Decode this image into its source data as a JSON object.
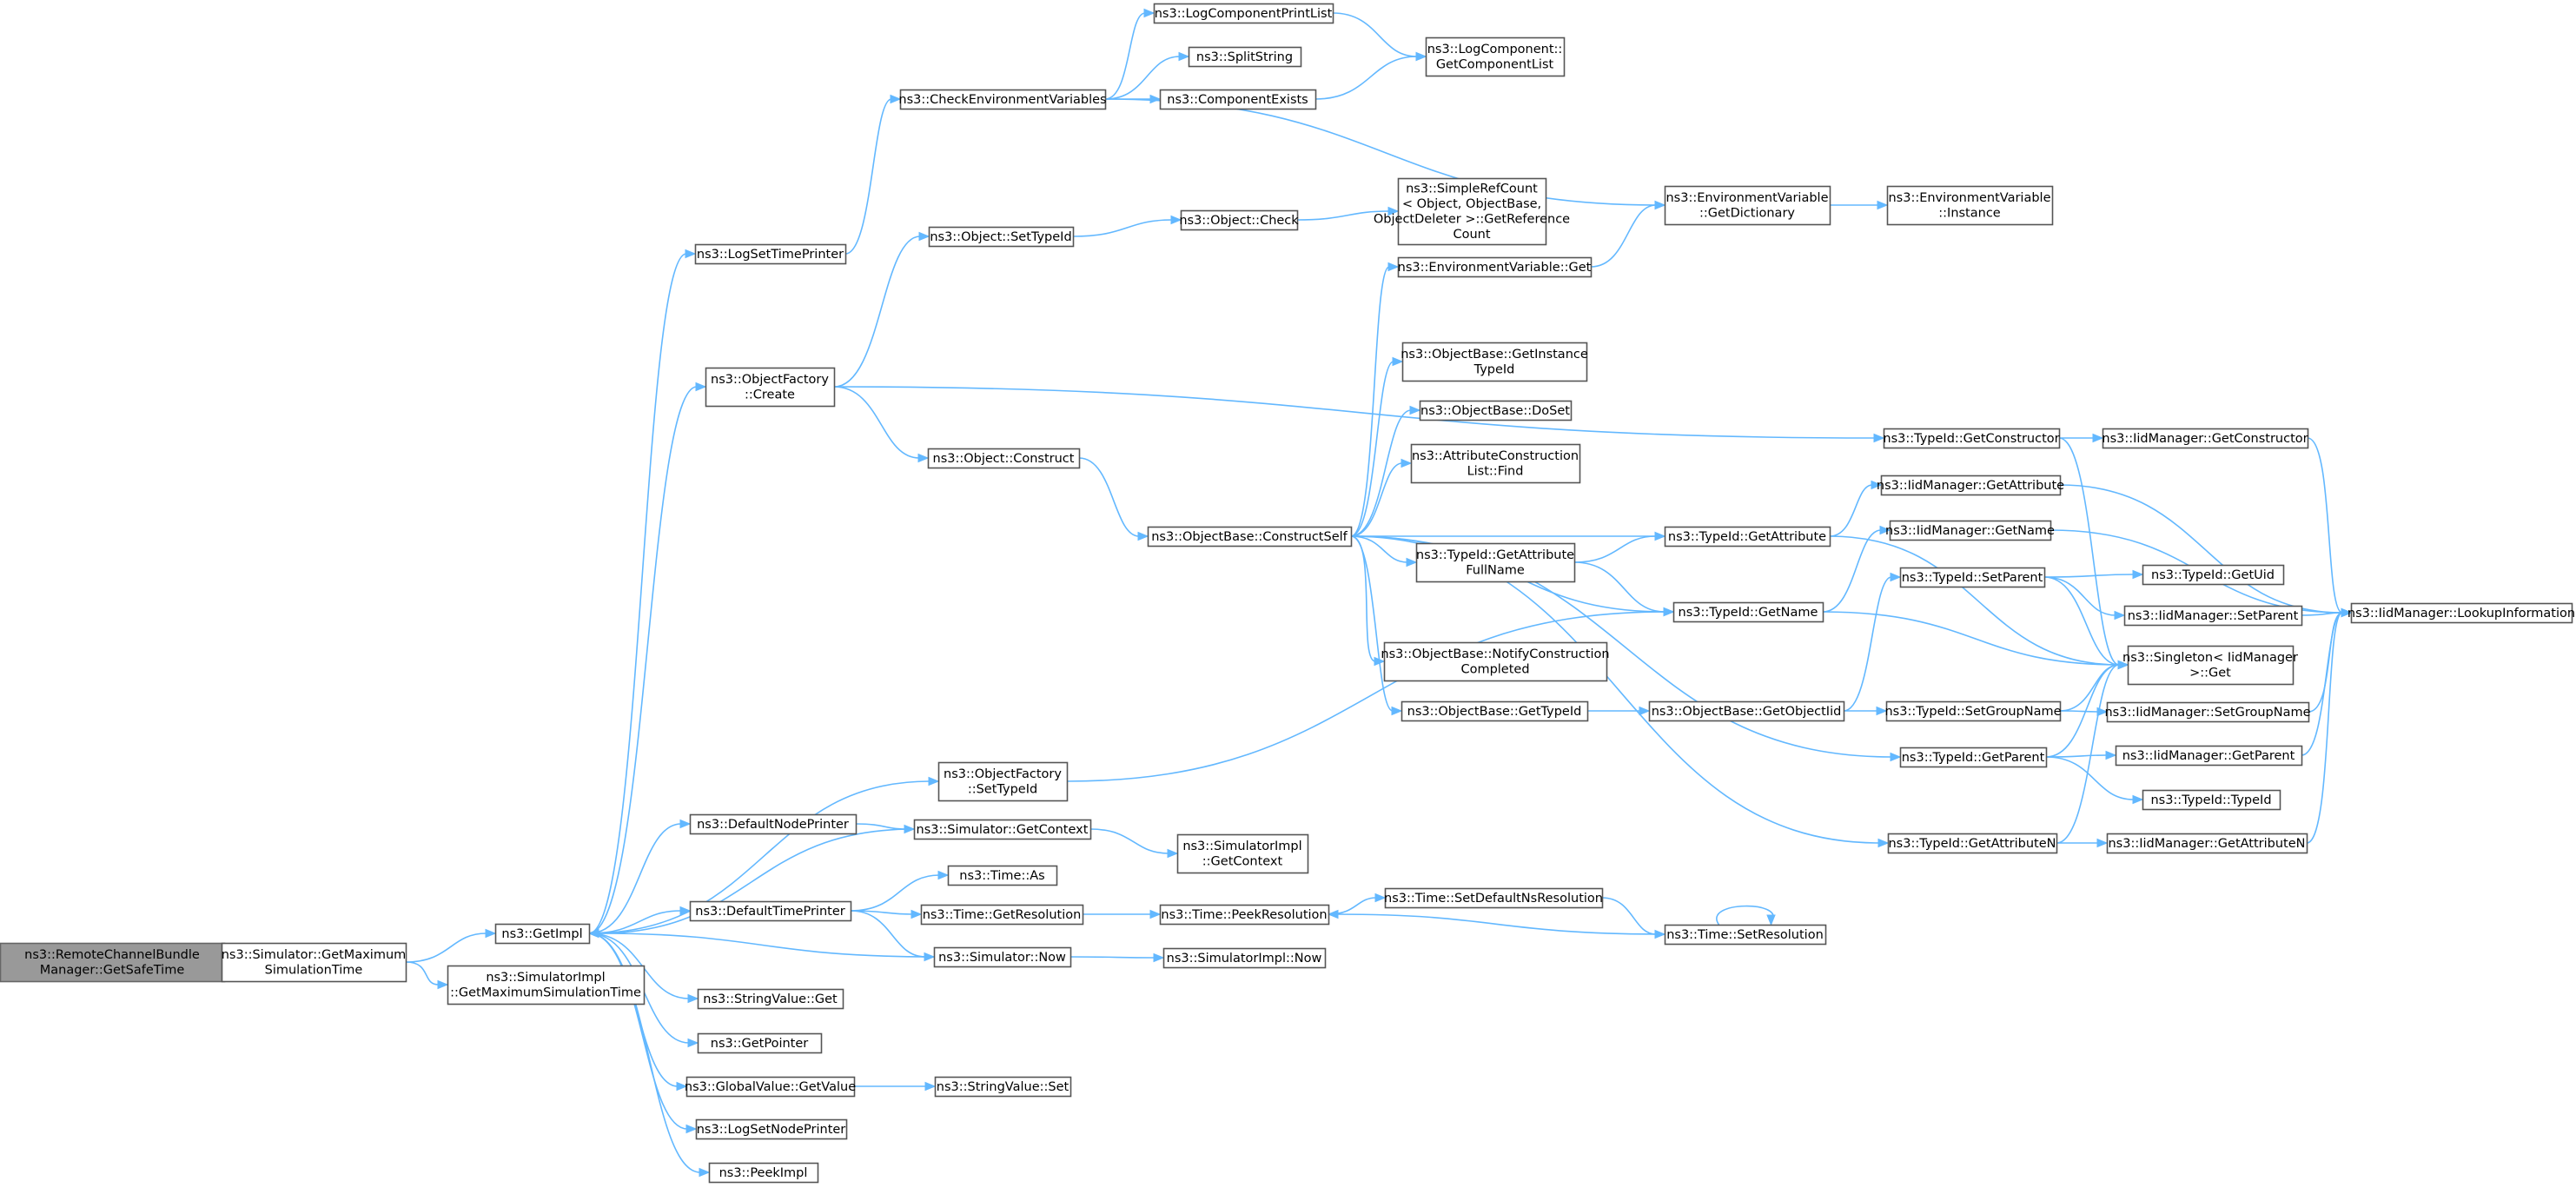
{
  "nodes": [
    {
      "id": "root",
      "lines": [
        "ns3::RemoteChannelBundle",
        "Manager::GetSafeTime"
      ],
      "highlighted": true
    },
    {
      "id": "simGetMax",
      "lines": [
        "ns3::Simulator::GetMaximum",
        "SimulationTime"
      ]
    },
    {
      "id": "getImpl",
      "lines": [
        "ns3::GetImpl"
      ]
    },
    {
      "id": "simImplGetMax",
      "lines": [
        "ns3::SimulatorImpl",
        "::GetMaximumSimulationTime"
      ]
    },
    {
      "id": "logSetTimePrinter",
      "lines": [
        "ns3::LogSetTimePrinter"
      ]
    },
    {
      "id": "objFactoryCreate",
      "lines": [
        "ns3::ObjectFactory",
        "::Create"
      ]
    },
    {
      "id": "objFactorySetTypeId",
      "lines": [
        "ns3::ObjectFactory",
        "::SetTypeId"
      ]
    },
    {
      "id": "defaultNodePrinter",
      "lines": [
        "ns3::DefaultNodePrinter"
      ]
    },
    {
      "id": "simGetContext",
      "lines": [
        "ns3::Simulator::GetContext"
      ]
    },
    {
      "id": "defaultTimePrinter",
      "lines": [
        "ns3::DefaultTimePrinter"
      ]
    },
    {
      "id": "stringValueGet",
      "lines": [
        "ns3::StringValue::Get"
      ]
    },
    {
      "id": "getPointer",
      "lines": [
        "ns3::GetPointer"
      ]
    },
    {
      "id": "globalValueGetValue",
      "lines": [
        "ns3::GlobalValue::GetValue"
      ]
    },
    {
      "id": "logSetNodePrinter",
      "lines": [
        "ns3::LogSetNodePrinter"
      ]
    },
    {
      "id": "peekImpl",
      "lines": [
        "ns3::PeekImpl"
      ]
    },
    {
      "id": "checkEnv",
      "lines": [
        "ns3::CheckEnvironmentVariables"
      ]
    },
    {
      "id": "logCompPrintList",
      "lines": [
        "ns3::LogComponentPrintList"
      ]
    },
    {
      "id": "splitString",
      "lines": [
        "ns3::SplitString"
      ]
    },
    {
      "id": "componentExists",
      "lines": [
        "ns3::ComponentExists"
      ]
    },
    {
      "id": "logCompGetList",
      "lines": [
        "ns3::LogComponent::",
        "GetComponentList"
      ]
    },
    {
      "id": "objSetTypeId",
      "lines": [
        "ns3::Object::SetTypeId"
      ]
    },
    {
      "id": "objCheck",
      "lines": [
        "ns3::Object::Check"
      ]
    },
    {
      "id": "simpleRefCount",
      "lines": [
        "ns3::SimpleRefCount",
        "< Object, ObjectBase,",
        "ObjectDeleter >::GetReference",
        "Count"
      ]
    },
    {
      "id": "envVarGetDict",
      "lines": [
        "ns3::EnvironmentVariable",
        "::GetDictionary"
      ]
    },
    {
      "id": "envVarInstance",
      "lines": [
        "ns3::EnvironmentVariable",
        "::Instance"
      ]
    },
    {
      "id": "envVarGet",
      "lines": [
        "ns3::EnvironmentVariable::Get"
      ]
    },
    {
      "id": "objConstruct",
      "lines": [
        "ns3::Object::Construct"
      ]
    },
    {
      "id": "objBaseConstructSelf",
      "lines": [
        "ns3::ObjectBase::ConstructSelf"
      ]
    },
    {
      "id": "objBaseGetInstanceTypeId",
      "lines": [
        "ns3::ObjectBase::GetInstance",
        "TypeId"
      ]
    },
    {
      "id": "objBaseDoSet",
      "lines": [
        "ns3::ObjectBase::DoSet"
      ]
    },
    {
      "id": "attrConstructionListFind",
      "lines": [
        "ns3::AttributeConstruction",
        "List::Find"
      ]
    },
    {
      "id": "typeIdGetAttributeFullName",
      "lines": [
        "ns3::TypeId::GetAttribute",
        "FullName"
      ]
    },
    {
      "id": "objBaseNotifyConstructionCompleted",
      "lines": [
        "ns3::ObjectBase::NotifyConstruction",
        "Completed"
      ]
    },
    {
      "id": "objBaseGetTypeId",
      "lines": [
        "ns3::ObjectBase::GetTypeId"
      ]
    },
    {
      "id": "typeIdGetConstructor",
      "lines": [
        "ns3::TypeId::GetConstructor"
      ]
    },
    {
      "id": "typeIdGetAttribute",
      "lines": [
        "ns3::TypeId::GetAttribute"
      ]
    },
    {
      "id": "typeIdGetName",
      "lines": [
        "ns3::TypeId::GetName"
      ]
    },
    {
      "id": "objBaseGetObjectIid",
      "lines": [
        "ns3::ObjectBase::GetObjectIid"
      ]
    },
    {
      "id": "typeIdGetParent",
      "lines": [
        "ns3::TypeId::GetParent"
      ]
    },
    {
      "id": "typeIdGetAttributeN",
      "lines": [
        "ns3::TypeId::GetAttributeN"
      ]
    },
    {
      "id": "iidGetConstructor",
      "lines": [
        "ns3::IidManager::GetConstructor"
      ]
    },
    {
      "id": "iidGetAttribute",
      "lines": [
        "ns3::IidManager::GetAttribute"
      ]
    },
    {
      "id": "iidGetName",
      "lines": [
        "ns3::IidManager::GetName"
      ]
    },
    {
      "id": "typeIdSetParent",
      "lines": [
        "ns3::TypeId::SetParent"
      ]
    },
    {
      "id": "singletonGet",
      "lines": [
        "ns3::Singleton< IidManager",
        ">::Get"
      ]
    },
    {
      "id": "typeIdSetGroupName",
      "lines": [
        "ns3::TypeId::SetGroupName"
      ]
    },
    {
      "id": "typeIdGetUid",
      "lines": [
        "ns3::TypeId::GetUid"
      ]
    },
    {
      "id": "iidSetParent",
      "lines": [
        "ns3::IidManager::SetParent"
      ]
    },
    {
      "id": "iidSetGroupName",
      "lines": [
        "ns3::IidManager::SetGroupName"
      ]
    },
    {
      "id": "iidGetParent",
      "lines": [
        "ns3::IidManager::GetParent"
      ]
    },
    {
      "id": "typeIdTypeId",
      "lines": [
        "ns3::TypeId::TypeId"
      ]
    },
    {
      "id": "iidGetAttributeN",
      "lines": [
        "ns3::IidManager::GetAttributeN"
      ]
    },
    {
      "id": "iidLookupInformation",
      "lines": [
        "ns3::IidManager::LookupInformation"
      ]
    },
    {
      "id": "simImplGetContext",
      "lines": [
        "ns3::SimulatorImpl",
        "::GetContext"
      ]
    },
    {
      "id": "timeAs",
      "lines": [
        "ns3::Time::As"
      ]
    },
    {
      "id": "timeGetResolution",
      "lines": [
        "ns3::Time::GetResolution"
      ]
    },
    {
      "id": "simNow",
      "lines": [
        "ns3::Simulator::Now"
      ]
    },
    {
      "id": "timePeekResolution",
      "lines": [
        "ns3::Time::PeekResolution"
      ]
    },
    {
      "id": "timeSetDefaultNsResolution",
      "lines": [
        "ns3::Time::SetDefaultNsResolution"
      ]
    },
    {
      "id": "timeSetResolution",
      "lines": [
        "ns3::Time::SetResolution"
      ]
    },
    {
      "id": "simImplNow",
      "lines": [
        "ns3::SimulatorImpl::Now"
      ]
    },
    {
      "id": "stringValueSet",
      "lines": [
        "ns3::StringValue::Set"
      ]
    }
  ],
  "edges": [
    [
      "root",
      "simGetMax"
    ],
    [
      "simGetMax",
      "getImpl"
    ],
    [
      "simGetMax",
      "simImplGetMax"
    ],
    [
      "getImpl",
      "logSetTimePrinter"
    ],
    [
      "getImpl",
      "objFactoryCreate"
    ],
    [
      "getImpl",
      "objFactorySetTypeId"
    ],
    [
      "getImpl",
      "defaultNodePrinter"
    ],
    [
      "getImpl",
      "defaultTimePrinter"
    ],
    [
      "getImpl",
      "stringValueGet"
    ],
    [
      "getImpl",
      "getPointer"
    ],
    [
      "getImpl",
      "globalValueGetValue"
    ],
    [
      "getImpl",
      "logSetNodePrinter"
    ],
    [
      "getImpl",
      "peekImpl"
    ],
    [
      "logSetTimePrinter",
      "checkEnv"
    ],
    [
      "checkEnv",
      "logCompPrintList"
    ],
    [
      "checkEnv",
      "splitString"
    ],
    [
      "checkEnv",
      "componentExists"
    ],
    [
      "checkEnv",
      "envVarGetDict"
    ],
    [
      "logCompPrintList",
      "logCompGetList"
    ],
    [
      "componentExists",
      "logCompGetList"
    ],
    [
      "objFactoryCreate",
      "objSetTypeId"
    ],
    [
      "objFactoryCreate",
      "objConstruct"
    ],
    [
      "objFactoryCreate",
      "typeIdGetConstructor"
    ],
    [
      "objSetTypeId",
      "objCheck"
    ],
    [
      "objCheck",
      "simpleRefCount"
    ],
    [
      "envVarGetDict",
      "envVarInstance"
    ],
    [
      "envVarGet",
      "envVarGetDict"
    ],
    [
      "objConstruct",
      "objBaseConstructSelf"
    ],
    [
      "objBaseConstructSelf",
      "envVarGet"
    ],
    [
      "objBaseConstructSelf",
      "objBaseGetInstanceTypeId"
    ],
    [
      "objBaseConstructSelf",
      "objBaseDoSet"
    ],
    [
      "objBaseConstructSelf",
      "attrConstructionListFind"
    ],
    [
      "objBaseConstructSelf",
      "typeIdGetAttribute"
    ],
    [
      "objBaseConstructSelf",
      "typeIdGetAttributeFullName"
    ],
    [
      "objBaseConstructSelf",
      "typeIdGetName"
    ],
    [
      "objBaseConstructSelf",
      "objBaseNotifyConstructionCompleted"
    ],
    [
      "objBaseConstructSelf",
      "objBaseGetTypeId"
    ],
    [
      "objBaseConstructSelf",
      "typeIdGetParent"
    ],
    [
      "objBaseConstructSelf",
      "typeIdGetAttributeN"
    ],
    [
      "typeIdGetAttributeFullName",
      "typeIdGetAttribute"
    ],
    [
      "typeIdGetAttributeFullName",
      "typeIdGetName"
    ],
    [
      "objBaseGetTypeId",
      "objBaseGetObjectIid"
    ],
    [
      "objBaseGetObjectIid",
      "typeIdSetParent"
    ],
    [
      "objBaseGetObjectIid",
      "typeIdSetGroupName"
    ],
    [
      "typeIdGetConstructor",
      "iidGetConstructor"
    ],
    [
      "typeIdGetConstructor",
      "singletonGet"
    ],
    [
      "typeIdGetAttribute",
      "iidGetAttribute"
    ],
    [
      "typeIdGetAttribute",
      "singletonGet"
    ],
    [
      "typeIdGetName",
      "iidGetName"
    ],
    [
      "typeIdGetName",
      "singletonGet"
    ],
    [
      "typeIdSetParent",
      "typeIdGetUid"
    ],
    [
      "typeIdSetParent",
      "iidSetParent"
    ],
    [
      "typeIdSetParent",
      "singletonGet"
    ],
    [
      "typeIdSetGroupName",
      "iidSetGroupName"
    ],
    [
      "typeIdSetGroupName",
      "singletonGet"
    ],
    [
      "typeIdGetParent",
      "iidGetParent"
    ],
    [
      "typeIdGetParent",
      "typeIdTypeId"
    ],
    [
      "typeIdGetParent",
      "singletonGet"
    ],
    [
      "typeIdGetAttributeN",
      "iidGetAttributeN"
    ],
    [
      "typeIdGetAttributeN",
      "singletonGet"
    ],
    [
      "iidGetConstructor",
      "iidLookupInformation"
    ],
    [
      "iidGetAttribute",
      "iidLookupInformation"
    ],
    [
      "iidGetName",
      "iidLookupInformation"
    ],
    [
      "iidSetParent",
      "iidLookupInformation"
    ],
    [
      "iidSetGroupName",
      "iidLookupInformation"
    ],
    [
      "iidGetParent",
      "iidLookupInformation"
    ],
    [
      "iidGetAttributeN",
      "iidLookupInformation"
    ],
    [
      "objFactorySetTypeId",
      "typeIdGetName"
    ],
    [
      "defaultNodePrinter",
      "simGetContext"
    ],
    [
      "simGetContext",
      "getImpl"
    ],
    [
      "simGetContext",
      "simImplGetContext"
    ],
    [
      "defaultTimePrinter",
      "timeAs"
    ],
    [
      "defaultTimePrinter",
      "timeGetResolution"
    ],
    [
      "defaultTimePrinter",
      "simNow"
    ],
    [
      "simNow",
      "getImpl"
    ],
    [
      "simNow",
      "simImplNow"
    ],
    [
      "timeGetResolution",
      "timePeekResolution"
    ],
    [
      "timePeekResolution",
      "timeSetDefaultNsResolution"
    ],
    [
      "timeSetDefaultNsResolution",
      "timeSetResolution"
    ],
    [
      "timeSetResolution",
      "timePeekResolution"
    ],
    [
      "timeSetResolution",
      "timeSetResolution"
    ],
    [
      "globalValueGetValue",
      "stringValueSet"
    ],
    [
      "getImpl",
      "globalValueGetValue"
    ]
  ]
}
